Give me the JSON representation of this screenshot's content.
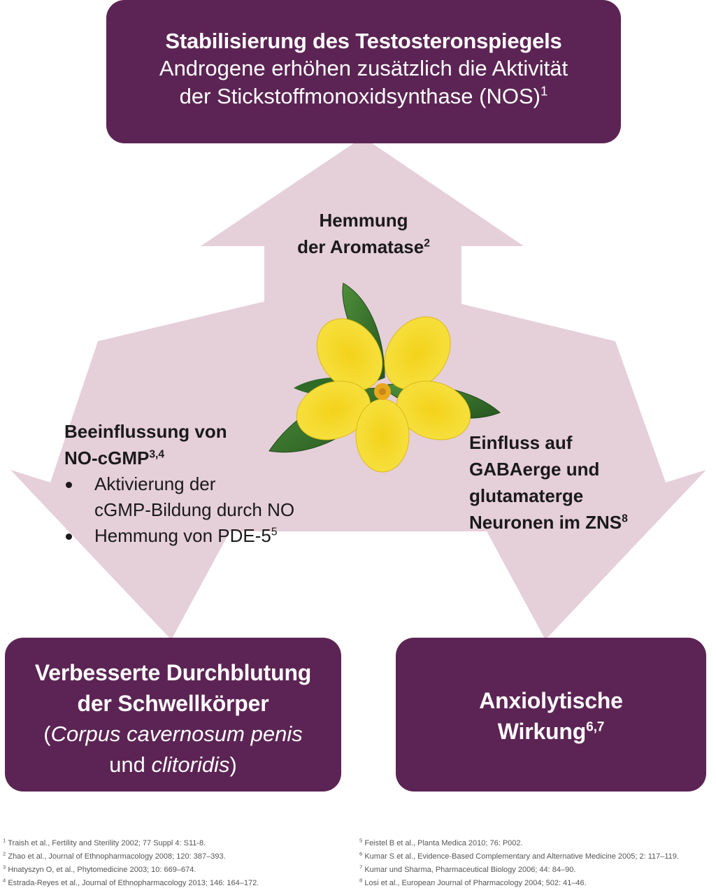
{
  "colors": {
    "box": "#5c2454",
    "arrow": "#e5cfd9",
    "text": "#1a1a1a"
  },
  "boxes": {
    "top": {
      "title": "Stabilisierung des Testosteronspiegels",
      "line2": "Androgene erhöhen zusätzlich die Aktivität",
      "line3": "der Stickstoffmonoxidsynthase (NOS)",
      "line3_sup": "1"
    },
    "left": {
      "line1": "Verbesserte Durchblutung",
      "line2": "der Schwellkörper",
      "line3_open": "(",
      "line3_italic": "Corpus cavernosum penis",
      "line4_und": "und ",
      "line4_italic": "clitoridis",
      "line4_close": ")"
    },
    "right": {
      "line1": "Anxiolytische",
      "line2": "Wirkung",
      "line2_sup": "6,7"
    }
  },
  "arrow_labels": {
    "top": {
      "line1": "Hemmung",
      "line2": "der Aromatase",
      "line2_sup": "2"
    },
    "left": {
      "line1": "Beeinflussung von",
      "line2": "NO-cGMP",
      "line2_sup": "3,4",
      "bullets": [
        {
          "text": "Aktivierung der"
        },
        {
          "text": "cGMP-Bildung durch NO"
        },
        {
          "text": "Hemmung von PDE-5",
          "sup": "5"
        }
      ]
    },
    "right": {
      "line1": "Einfluss auf",
      "line2": "GABAerge und",
      "line3": "glutamaterge",
      "line4": "Neuronen im ZNS",
      "line4_sup": "8"
    }
  },
  "icons": {
    "center": "flower-with-leaves-icon"
  },
  "references": {
    "left": [
      {
        "num": "1",
        "text": "Traish et al., Fertility and Sterility 2002; 77 Suppl 4: S11-8."
      },
      {
        "num": "2",
        "text": "Zhao et al., Journal of Ethnopharmacology 2008; 120: 387–393."
      },
      {
        "num": "3",
        "text": "Hnatyszyn O, et al., Phytomedicine 2003; 10: 669–674."
      },
      {
        "num": "4",
        "text": "Estrada-Reyes et al., Journal of Ethnopharmacology 2013; 146: 164–172."
      }
    ],
    "right": [
      {
        "num": "5",
        "text": "Feistel B et al., Planta Medica 2010; 76: P002."
      },
      {
        "num": "6",
        "text": "Kumar S et al., Evidence-Based Complementary and Alternative Medicine 2005; 2: 117–119."
      },
      {
        "num": "7",
        "text": "Kumar und Sharma, Pharmaceutical Biology 2006; 44: 84–90."
      },
      {
        "num": "8",
        "text": "Losi et al., European Journal of Pharmacology 2004; 502: 41–46."
      }
    ]
  }
}
